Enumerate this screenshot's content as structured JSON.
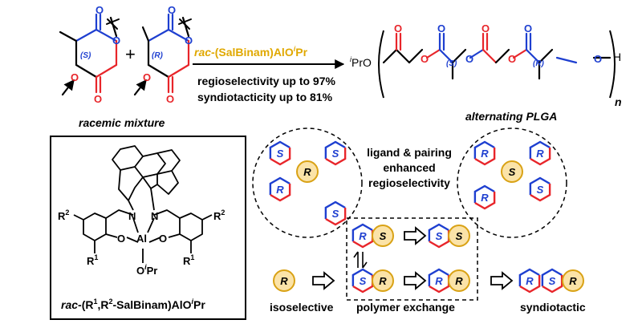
{
  "reaction": {
    "catalyst_prefix": "rac",
    "catalyst_body": "-(SalBinam)AlO",
    "catalyst_sup": "i",
    "catalyst_suffix": "Pr",
    "line1": "regioselectivity up to 97%",
    "line2": "syndiotacticity up to 81%",
    "plus": "+",
    "left_stereo": "(S)",
    "right_stereo": "(R)",
    "racemic": "racemic mixture"
  },
  "polymer": {
    "end_pre": "i",
    "end_group": "PrO",
    "stereo_s": "(S)",
    "stereo_r": "(R)",
    "end_h": "H",
    "n": "n",
    "name": "alternating PLGA"
  },
  "complex": {
    "r2": "R",
    "r2_sup": "2",
    "r1": "R",
    "r1_sup": "1",
    "n_left": "N",
    "n_right": "N",
    "al": "Al",
    "o_left": "O",
    "o_right": "O",
    "oipr_o": "O",
    "oipr_sup": "i",
    "oipr_pr": "Pr",
    "caption_a": "rac",
    "caption_b": "-(R",
    "caption_c": "1",
    "caption_d": ",R",
    "caption_e": "2",
    "caption_f": "-SalBinam)AlO",
    "caption_g": "i",
    "caption_h": "Pr"
  },
  "mechanism": {
    "note_line1": "ligand & pairing",
    "note_line2": "enhanced",
    "note_line3": "regioselectivity",
    "left_cluster_center": "R",
    "left_cluster_hex": [
      "S",
      "S",
      "R",
      "S"
    ],
    "right_cluster_center": "S",
    "right_cluster_hex": [
      "R",
      "R",
      "R",
      "S"
    ],
    "iso_label": "isoselective",
    "exchange_label": "polymer exchange",
    "syndio_label": "syndiotactic",
    "iso_catalyst": "R",
    "box_top": [
      "R",
      "S",
      "S",
      "S"
    ],
    "box_bottom": [
      "S",
      "R",
      "R",
      "R"
    ],
    "syndio_chain": [
      "R",
      "S",
      "R"
    ]
  },
  "colors": {
    "red": "#e8252a",
    "blue": "#1e3fd0",
    "gold_fill": "#fbe3a8",
    "gold_stroke": "#d9a215",
    "accent_text": "#e0a800"
  }
}
